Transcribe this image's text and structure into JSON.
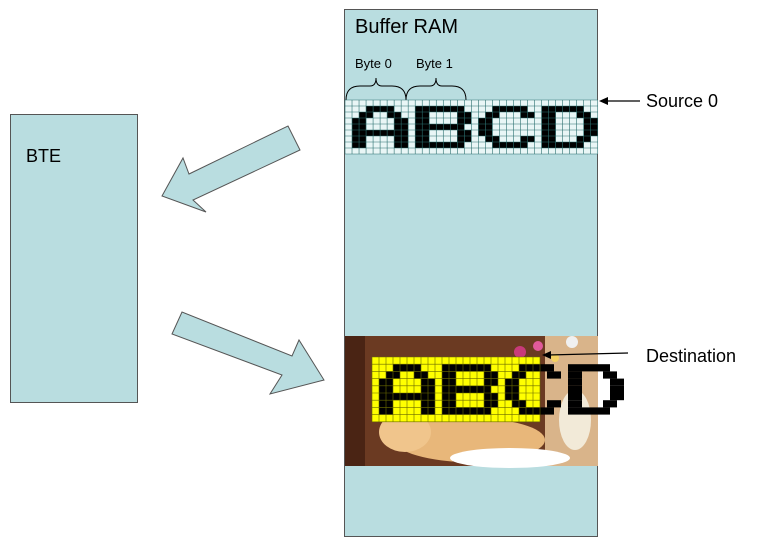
{
  "bte": {
    "label": "BTE"
  },
  "buffer_ram": {
    "title": "Buffer RAM",
    "byte_labels": [
      "Byte 0",
      "Byte 1"
    ]
  },
  "source": {
    "label": "Source 0",
    "text": "ABCD"
  },
  "destination": {
    "label": "Destination",
    "text": "ABCD"
  },
  "colors": {
    "panel": "#b9dde0",
    "arrow_fill": "#b9dde0",
    "grid_line": "#2a6f6f",
    "glyph": "#000000",
    "dest_cell": "#ffff00",
    "photo_bg": "#6b3a22"
  },
  "icons": [
    "arrow-to-bte-icon",
    "arrow-to-destination-icon",
    "source-pointer-icon",
    "destination-pointer-icon"
  ]
}
